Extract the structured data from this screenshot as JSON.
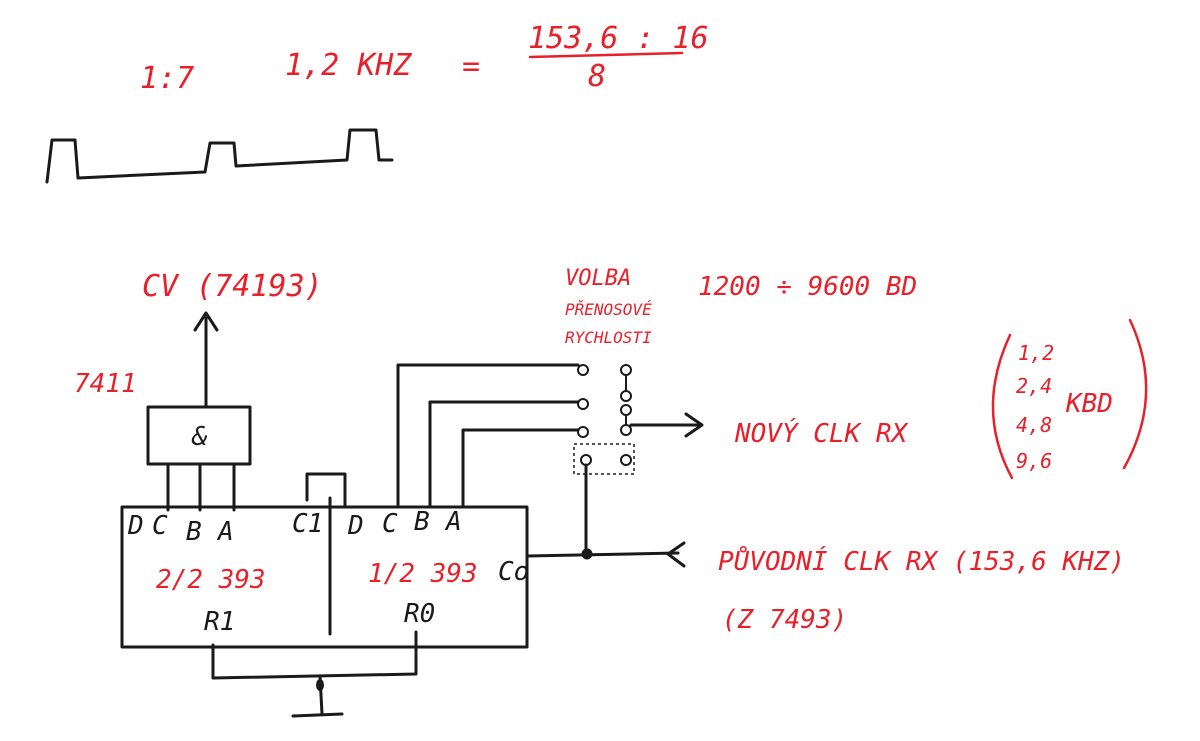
{
  "formula": {
    "ratio": "1:7",
    "freq": "1,2 KHZ",
    "equals": "=",
    "numerator": "153,6 : 16",
    "denominator": "8"
  },
  "gate": {
    "chip": "7411",
    "symbol": "&",
    "output": "CV (74193)"
  },
  "selector": {
    "title_1": "VOLBA",
    "title_2": "PŘENOSOVÉ",
    "title_3": "RYCHLOSTI",
    "range": "1200 ÷ 9600 BD"
  },
  "new_clock": {
    "label": "NOVÝ   CLK RX",
    "rates": [
      "1,2",
      "2,4",
      "4,8",
      "9,6"
    ],
    "unit": "KBD"
  },
  "orig_clock": {
    "label": "PŮVODNÍ  CLK RX  (153,6 KHZ)",
    "source": "(Z 7493)"
  },
  "counter_left": {
    "pins": [
      "D",
      "C",
      "B",
      "A"
    ],
    "c1": "C1",
    "name": "2/2  393",
    "reset": "R1"
  },
  "counter_right": {
    "pins": [
      "D",
      "C",
      "B",
      "A"
    ],
    "name": "1/2  393",
    "co": "Co",
    "reset": "R0"
  }
}
